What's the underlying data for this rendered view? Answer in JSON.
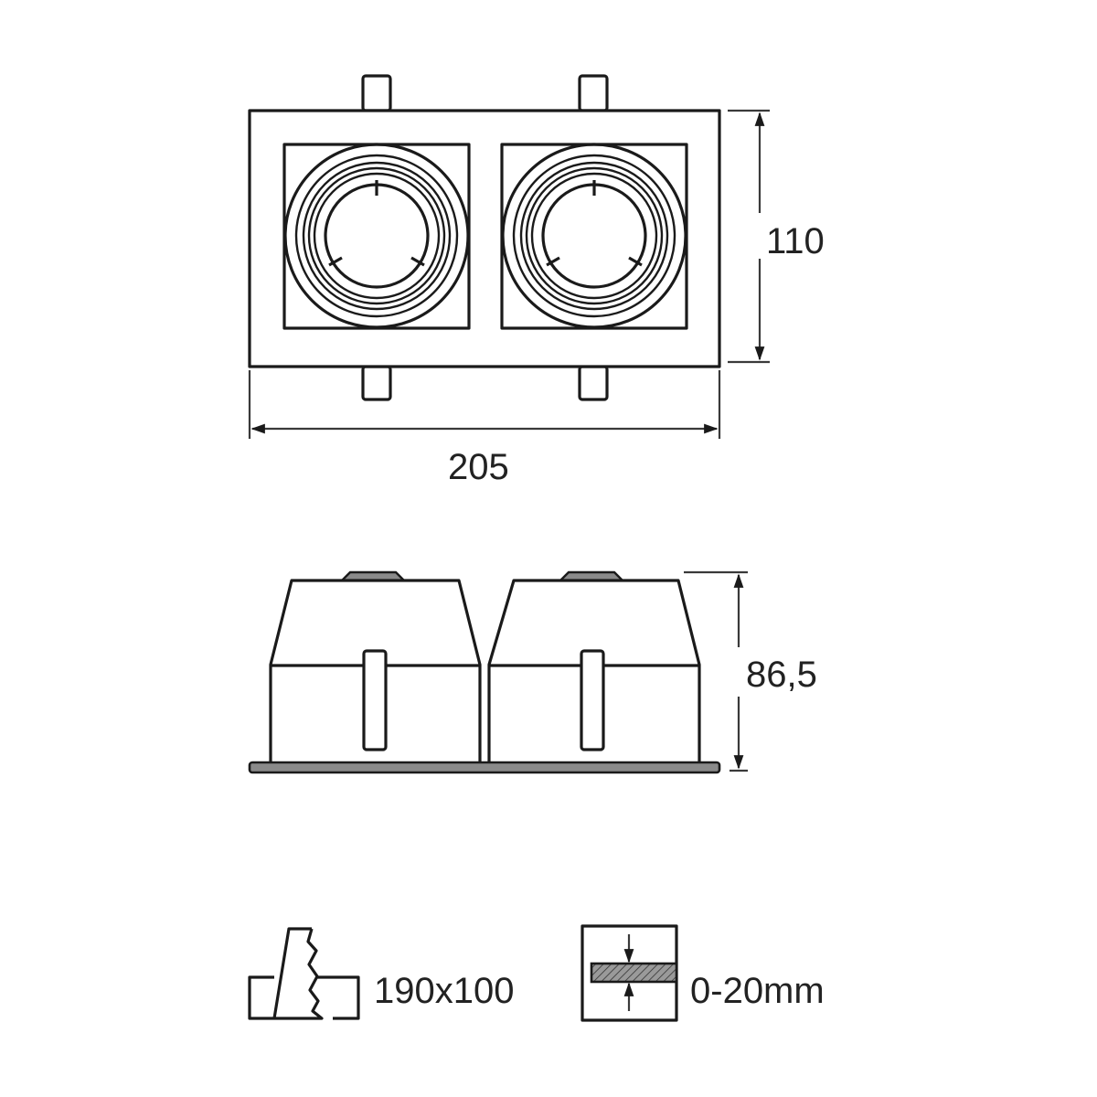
{
  "diagram": {
    "subject": "double recessed downlight technical drawing",
    "views": [
      {
        "name": "top-view",
        "dimensions": {
          "width": "205",
          "height": "110"
        }
      },
      {
        "name": "side-view",
        "dimensions": {
          "height": "86,5"
        }
      }
    ]
  },
  "top_view": {
    "width_label": "205",
    "height_label": "110"
  },
  "side_view": {
    "height_label": "86,5"
  },
  "specs": {
    "cutout_label": "190x100",
    "cutout_icon": "ceiling-cutout-icon",
    "thickness_label": "0-20mm",
    "thickness_icon": "ceiling-thickness-icon"
  },
  "colors": {
    "line": "#1a1a1a",
    "fill_gray": "#8a8a8a",
    "background": "#ffffff"
  }
}
